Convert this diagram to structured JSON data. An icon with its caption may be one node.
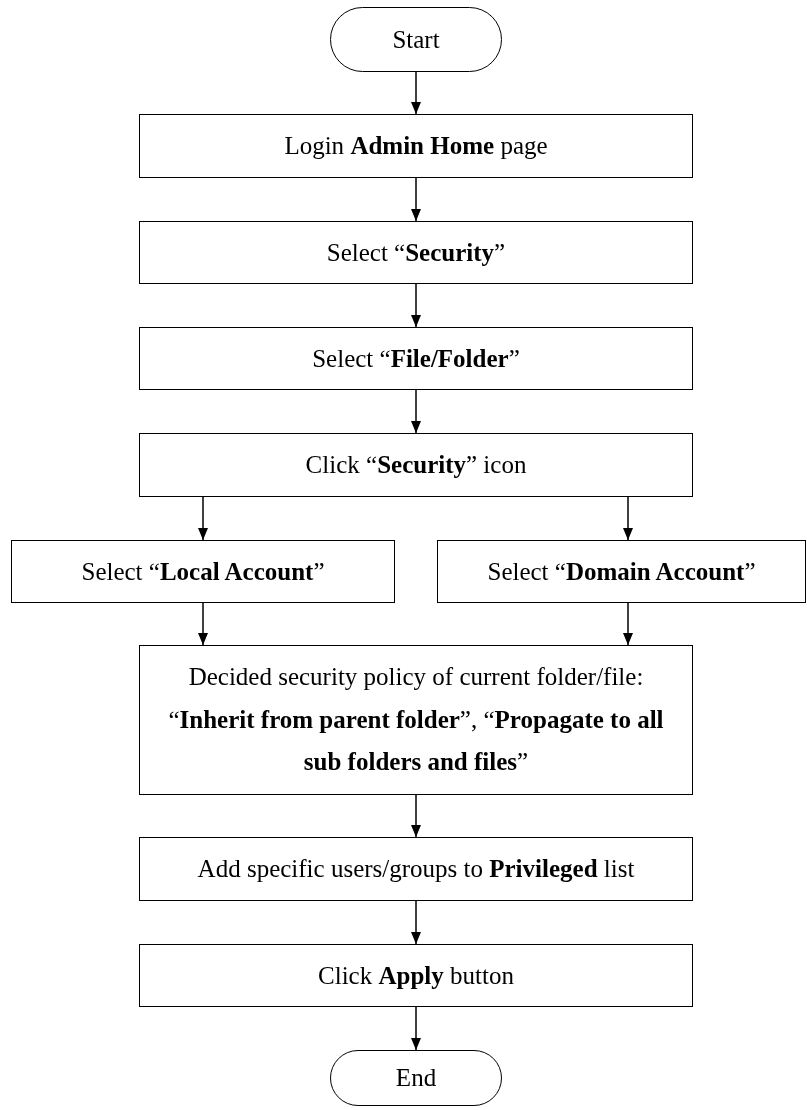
{
  "diagram": {
    "nodes": [
      {
        "text": [
          "Start"
        ]
      },
      {
        "text": [
          "Login **Admin Home** page"
        ]
      },
      {
        "text": [
          "Select “**Security**”"
        ]
      },
      {
        "text": [
          "Select “**File/Folder**”"
        ]
      },
      {
        "text": [
          "Click “**Security**” icon"
        ]
      },
      {
        "text": [
          "Select “**Local Account**”"
        ]
      },
      {
        "text": [
          "Select “**Domain Account**”"
        ]
      },
      {
        "text": [
          "Decided security policy of current folder/file: “**Inherit from parent folder**”, “**Propagate to all sub folders and files**”"
        ]
      },
      {
        "text": [
          "Add specific users/groups to **Privileged** list"
        ]
      },
      {
        "text": [
          "Click **Apply** button"
        ]
      },
      {
        "text": [
          "End"
        ]
      }
    ],
    "edges": [
      {
        "from": 0,
        "to": 1,
        "arrow": "to"
      },
      {
        "from": 1,
        "to": 2,
        "arrow": "to"
      },
      {
        "from": 2,
        "to": 3,
        "arrow": "to"
      },
      {
        "from": 3,
        "to": 4,
        "arrow": "to"
      },
      {
        "from": 4,
        "to": 5,
        "arrow": "to"
      },
      {
        "from": 4,
        "to": 6,
        "arrow": "to"
      },
      {
        "from": 5,
        "to": 7,
        "arrow": "to"
      },
      {
        "from": 6,
        "to": 7,
        "arrow": "to"
      },
      {
        "from": 7,
        "to": 8,
        "arrow": "to"
      },
      {
        "from": 8,
        "to": 9,
        "arrow": "to"
      },
      {
        "from": 9,
        "to": 10,
        "arrow": "to"
      }
    ]
  }
}
